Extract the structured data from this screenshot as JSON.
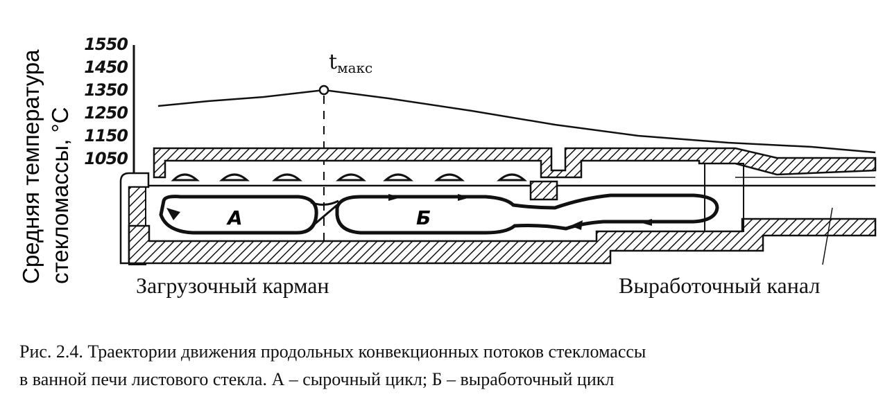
{
  "axis": {
    "title_line1": "Средняя температура",
    "title_line2": "стекломассы, ",
    "title_unit": "°C",
    "ticks": [
      "1550",
      "1450",
      "1350",
      "1250",
      "1150",
      "1050"
    ]
  },
  "tmax": {
    "base": "t",
    "sub": "макс"
  },
  "loops": {
    "a": "А",
    "b": "Б"
  },
  "labels": {
    "loading_pocket": "Загрузочный карман",
    "working_channel": "Выработочный канал"
  },
  "caption": {
    "line1": "Рис. 2.4. Траектории движения продольных конвекционных потоков стекломассы",
    "line2": "в ванной печи листового стекла. А – сырочный цикл; Б – выработочный цикл"
  }
}
